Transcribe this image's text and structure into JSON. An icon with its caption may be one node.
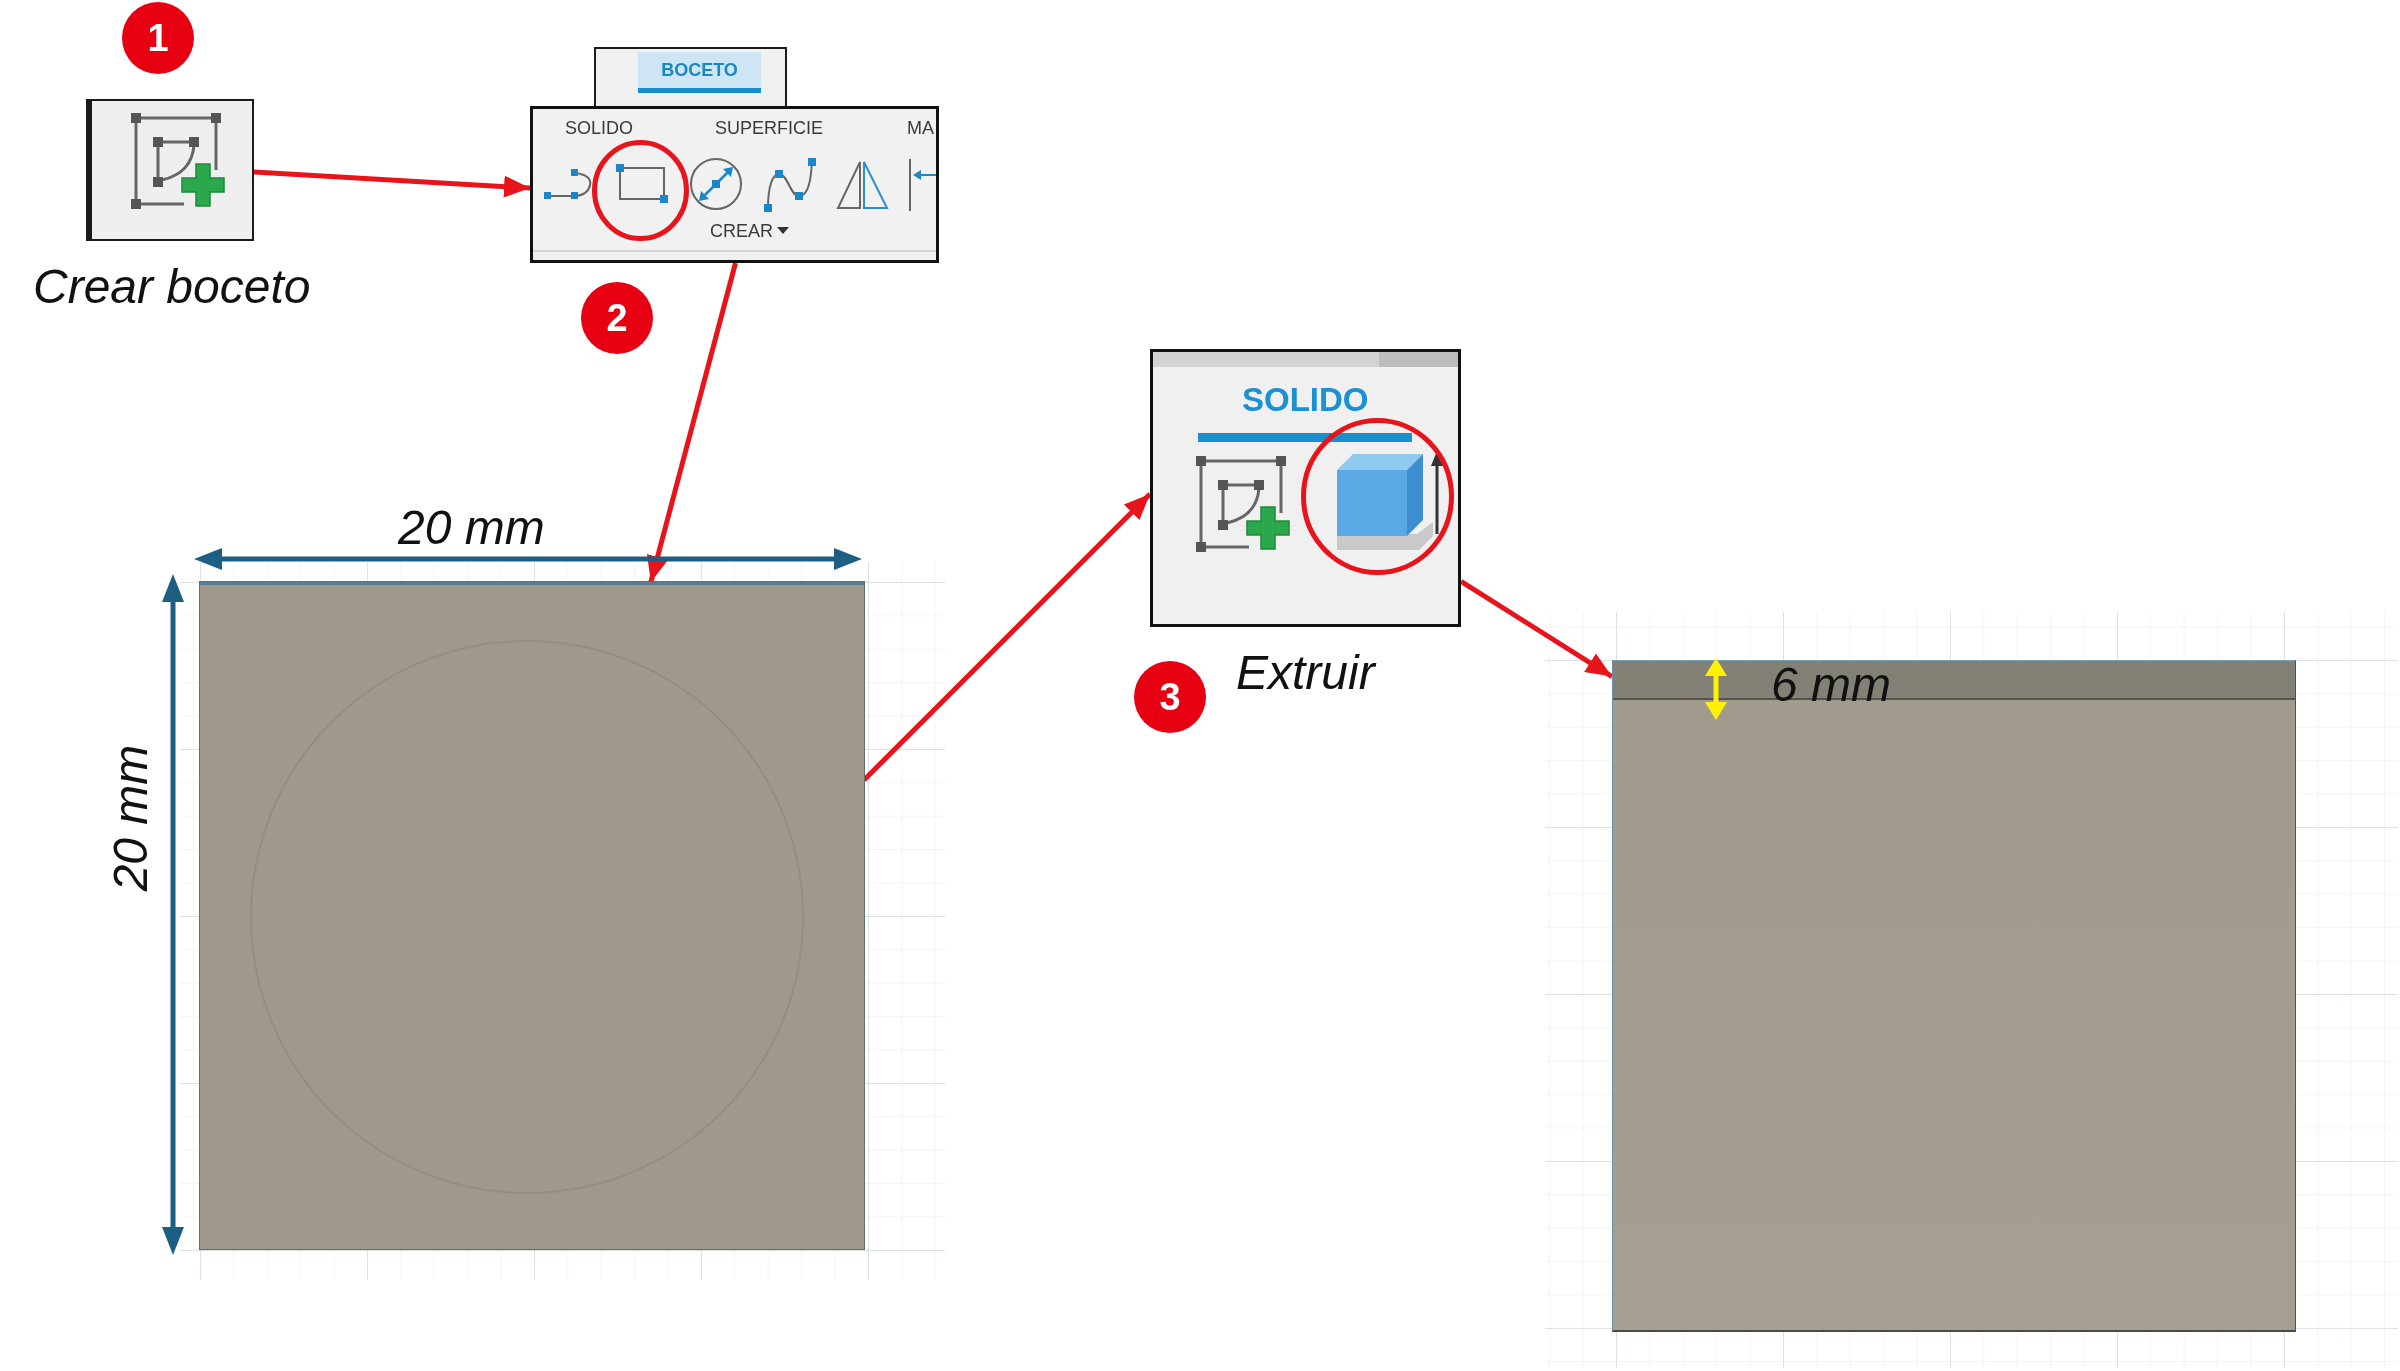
{
  "diagram": {
    "nodes": [
      {
        "text": [],
        "shape": "picture",
        "beside": [
          "Crear boceto"
        ]
      },
      {
        "text": [
          "BOCETO"
        ]
      },
      {
        "text": [
          "SOLIDO",
          "SUPERFICIE",
          "MA",
          "CREAR"
        ]
      },
      {
        "text": [],
        "shape": "box"
      },
      {
        "text": [
          "SOLIDO"
        ],
        "beside": [
          "Extruir"
        ]
      },
      {
        "text": [],
        "shape": "picture"
      }
    ],
    "edges": [
      {
        "from": 0,
        "to": 2,
        "arrow": "to"
      },
      {
        "from": 2,
        "to": 3,
        "arrow": "to"
      },
      {
        "from": 3,
        "to": 4,
        "arrow": "to"
      },
      {
        "from": 4,
        "to": 5,
        "arrow": "to"
      }
    ],
    "labels": [
      "1",
      "2",
      "20 mm",
      "3",
      "6 mm",
      "20 mm"
    ]
  }
}
